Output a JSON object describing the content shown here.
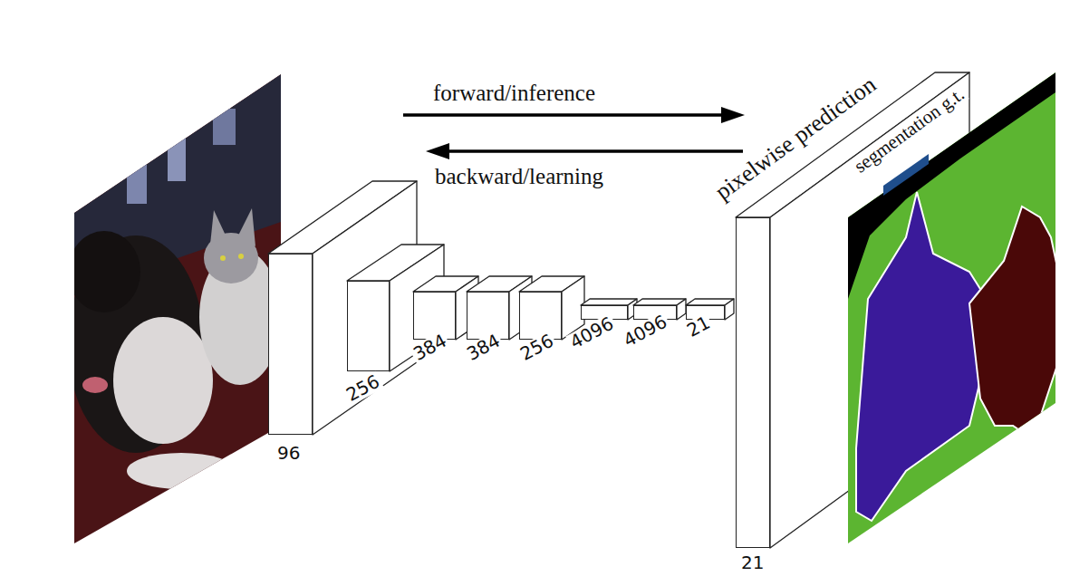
{
  "diagram": {
    "nodes": [
      {
        "text": [
          "96"
        ]
      },
      {
        "text": [
          "256"
        ]
      },
      {
        "text": [
          "384"
        ]
      },
      {
        "text": [
          "384"
        ]
      },
      {
        "text": [
          "256"
        ]
      },
      {
        "text": [
          "4096"
        ]
      },
      {
        "text": [
          "4096"
        ]
      },
      {
        "text": [
          "21"
        ]
      },
      {
        "text": [
          "pixelwise prediction",
          "21"
        ]
      }
    ],
    "labels": [
      "forward/inference",
      "backward/learning",
      "segmentation g.t."
    ]
  }
}
